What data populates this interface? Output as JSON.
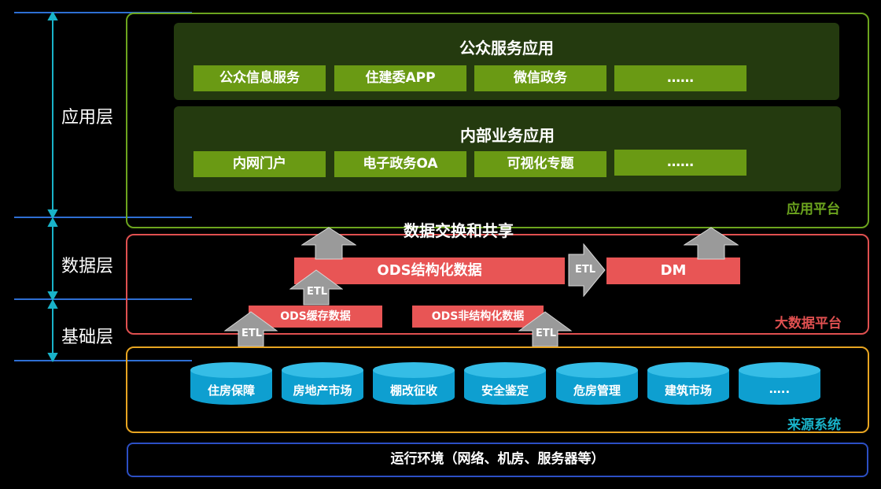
{
  "layers": {
    "application": "应用层",
    "data": "数据层",
    "foundation": "基础层"
  },
  "application_platform": {
    "label": "应用平台",
    "public": {
      "title": "公众服务应用",
      "items": [
        "公众信息服务",
        "住建委APP",
        "微信政务",
        "……"
      ]
    },
    "internal": {
      "title": "内部业务应用",
      "items": [
        "内网门户",
        "电子政务OA",
        "可视化专题",
        "……"
      ]
    }
  },
  "big_data_platform": {
    "label": "大数据平台",
    "exchange_title": "数据交换和共享",
    "ods_structured": "ODS结构化数据",
    "dm": "DM",
    "ods_cache": "ODS缓存数据",
    "ods_unstructured": "ODS非结构化数据",
    "etl": "ETL"
  },
  "source_systems": {
    "label": "来源系统",
    "items": [
      "住房保障",
      "房地产市场",
      "棚改征收",
      "安全鉴定",
      "危房管理",
      "建筑市场",
      "….."
    ]
  },
  "environment": "运行环境（网络、机房、服务器等）",
  "colors": {
    "green": "#6a9a14",
    "red": "#e85555",
    "orange": "#e8a521",
    "blue": "#2c4fc4",
    "cyan": "#0e9fd0"
  }
}
